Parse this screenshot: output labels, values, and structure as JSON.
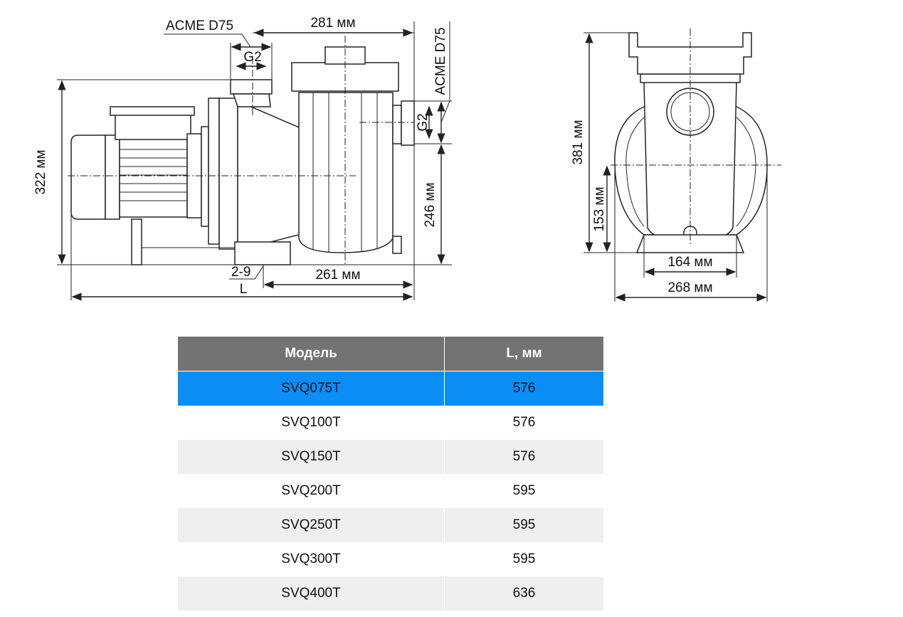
{
  "drawing": {
    "side_view": {
      "inlet_label": "ACME D75",
      "inlet_thread": "G2",
      "length_281": "281 мм",
      "outlet_label": "ACME D75",
      "outlet_thread": "G2",
      "height_322": "322 мм",
      "height_246": "246 мм",
      "holes": "2-9",
      "length_261": "261 мм",
      "total_length": "L"
    },
    "front_view": {
      "height_381": "381 мм",
      "height_153": "153 мм",
      "width_164": "164 мм",
      "width_268": "268 мм"
    }
  },
  "table": {
    "headers": [
      "Модель",
      "L, мм"
    ],
    "rows": [
      {
        "model": "SVQ075T",
        "length": "576"
      },
      {
        "model": "SVQ100T",
        "length": "576"
      },
      {
        "model": "SVQ150T",
        "length": "576"
      },
      {
        "model": "SVQ200T",
        "length": "595"
      },
      {
        "model": "SVQ250T",
        "length": "595"
      },
      {
        "model": "SVQ300T",
        "length": "595"
      },
      {
        "model": "SVQ400T",
        "length": "636"
      }
    ],
    "highlight_color": "#0a8ef5",
    "header_color": "#737373"
  }
}
